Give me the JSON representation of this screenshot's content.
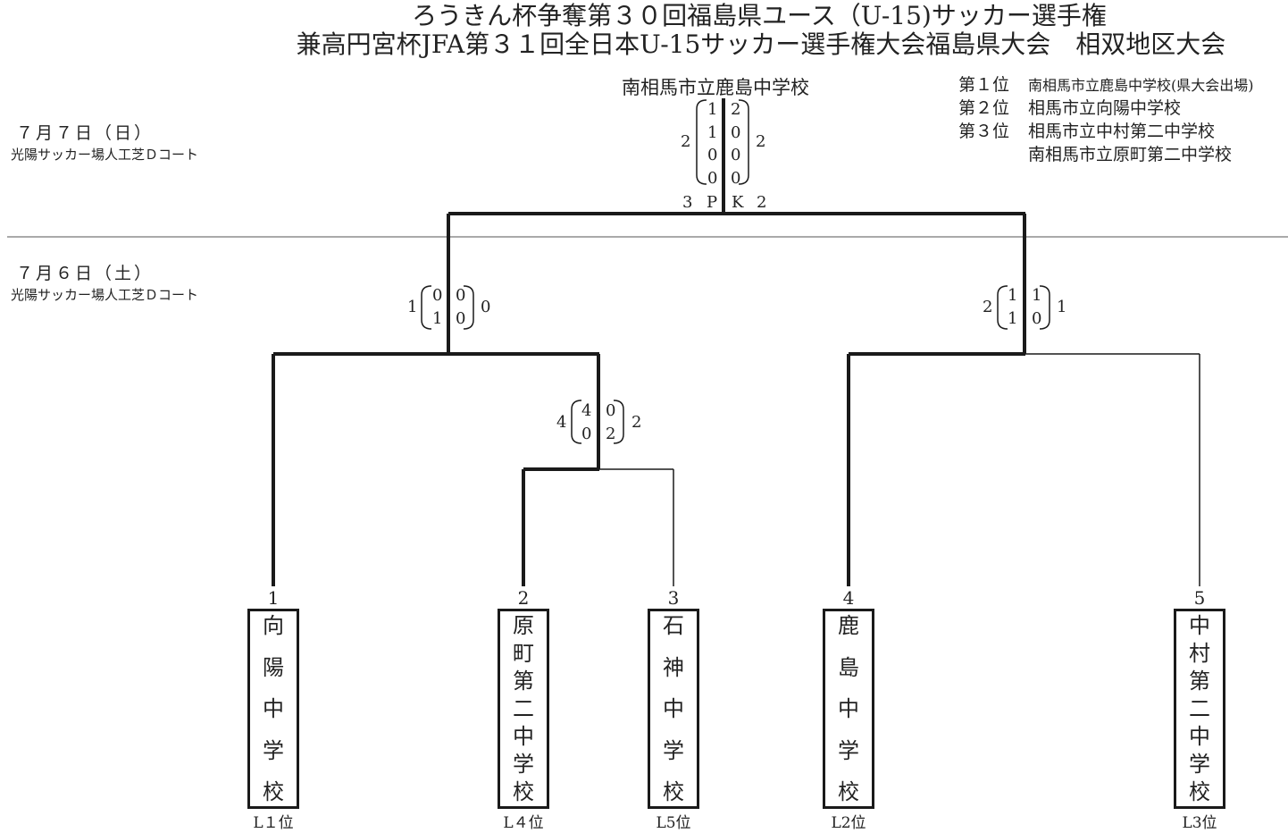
{
  "header": {
    "title_line1": "ろうきん杯争奪第３０回福島県ユース（U-15)サッカー選手権",
    "title_line2": "兼高円宮杯JFA第３１回全日本U-15サッカー選手権大会福島県大会　相双地区大会"
  },
  "schedule": {
    "day2": {
      "date": "７月７日（日）",
      "venue": "光陽サッカー場人工芝Ｄコート"
    },
    "day1": {
      "date": "７月６日（土）",
      "venue": "光陽サッカー場人工芝Ｄコート"
    }
  },
  "results": [
    {
      "position": "第１位",
      "team": "南相馬市立鹿島中学校(県大会出場)"
    },
    {
      "position": "第２位",
      "team": "相馬市立向陽中学校"
    },
    {
      "position": "第３位",
      "team": "相馬市立中村第二中学校"
    },
    {
      "position": "",
      "team": "南相馬市立原町第二中学校"
    }
  ],
  "final": {
    "champion": "南相馬市立鹿島中学校",
    "left_total": "2",
    "right_total": "2",
    "left_scores": [
      "1",
      "1",
      "0",
      "0"
    ],
    "right_scores": [
      "2",
      "0",
      "0",
      "0"
    ],
    "pk": {
      "left": "3",
      "p": "P",
      "k": "K",
      "right": "2"
    }
  },
  "semifinals": {
    "left": {
      "left_total": "1",
      "right_total": "0",
      "left_scores": [
        "0",
        "1"
      ],
      "right_scores": [
        "0",
        "0"
      ]
    },
    "right": {
      "left_total": "2",
      "right_total": "1",
      "left_scores": [
        "1",
        "1"
      ],
      "right_scores": [
        "1",
        "0"
      ]
    }
  },
  "first_round": {
    "left_total": "4",
    "right_total": "2",
    "left_scores": [
      "4",
      "0"
    ],
    "right_scores": [
      "0",
      "2"
    ]
  },
  "teams": [
    {
      "number": "1",
      "chars": [
        "向",
        "陽",
        "中",
        "学",
        "校"
      ],
      "rank": "L１位"
    },
    {
      "number": "2",
      "chars": [
        "原",
        "町",
        "第",
        "二",
        "中",
        "学",
        "校"
      ],
      "rank": "L４位"
    },
    {
      "number": "3",
      "chars": [
        "石",
        "神",
        "中",
        "学",
        "校"
      ],
      "rank": "L5位"
    },
    {
      "number": "4",
      "chars": [
        "鹿",
        "島",
        "中",
        "学",
        "校"
      ],
      "rank": "L2位"
    },
    {
      "number": "5",
      "chars": [
        "中",
        "村",
        "第",
        "二",
        "中",
        "学",
        "校"
      ],
      "rank": "L3位"
    }
  ]
}
